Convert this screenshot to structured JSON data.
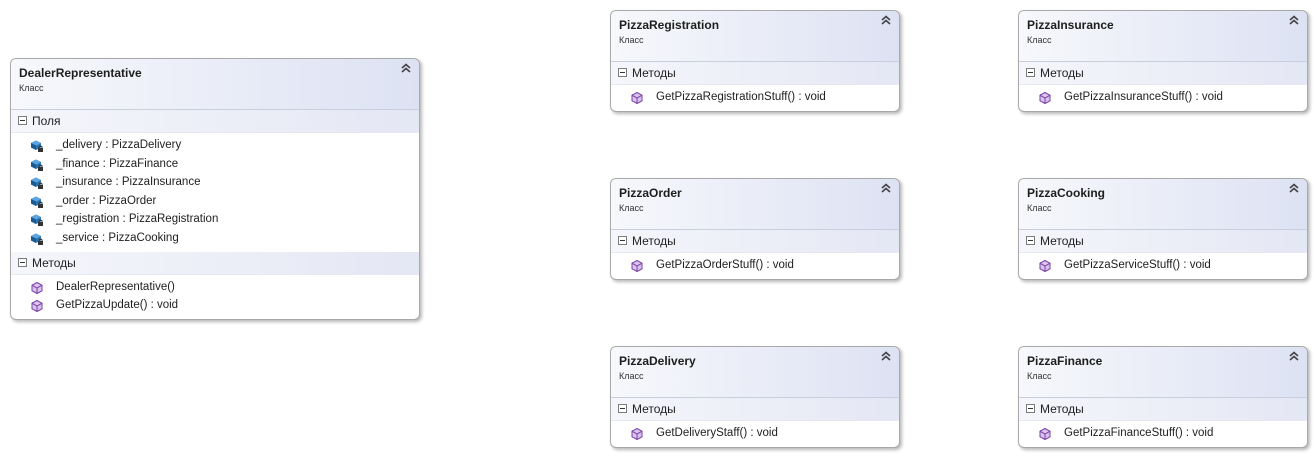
{
  "classes": [
    {
      "id": "dealer",
      "name": "DealerRepresentative",
      "stereotype": "Класс",
      "sections": [
        {
          "label": "Поля",
          "kind": "field",
          "members": [
            "_delivery : PizzaDelivery",
            "_finance : PizzaFinance",
            "_insurance : PizzaInsurance",
            "_order : PizzaOrder",
            "_registration : PizzaRegistration",
            "_service : PizzaCooking"
          ]
        },
        {
          "label": "Методы",
          "kind": "method",
          "members": [
            "DealerRepresentative()",
            "GetPizzaUpdate() : void"
          ]
        }
      ]
    },
    {
      "id": "registration",
      "name": "PizzaRegistration",
      "stereotype": "Класс",
      "sections": [
        {
          "label": "Методы",
          "kind": "method",
          "members": [
            "GetPizzaRegistrationStuff() : void"
          ]
        }
      ]
    },
    {
      "id": "insurance",
      "name": "PizzaInsurance",
      "stereotype": "Класс",
      "sections": [
        {
          "label": "Методы",
          "kind": "method",
          "members": [
            "GetPizzaInsuranceStuff() : void"
          ]
        }
      ]
    },
    {
      "id": "order",
      "name": "PizzaOrder",
      "stereotype": "Класс",
      "sections": [
        {
          "label": "Методы",
          "kind": "method",
          "members": [
            "GetPizzaOrderStuff() : void"
          ]
        }
      ]
    },
    {
      "id": "cooking",
      "name": "PizzaCooking",
      "stereotype": "Класс",
      "sections": [
        {
          "label": "Методы",
          "kind": "method",
          "members": [
            "GetPizzaServiceStuff() : void"
          ]
        }
      ]
    },
    {
      "id": "delivery",
      "name": "PizzaDelivery",
      "stereotype": "Класс",
      "sections": [
        {
          "label": "Методы",
          "kind": "method",
          "members": [
            "GetDeliveryStaff() : void"
          ]
        }
      ]
    },
    {
      "id": "finance",
      "name": "PizzaFinance",
      "stereotype": "Класс",
      "sections": [
        {
          "label": "Методы",
          "kind": "method",
          "members": [
            "GetPizzaFinanceStuff() : void"
          ]
        }
      ]
    }
  ],
  "icons": {
    "field": "field-icon",
    "method": "method-icon",
    "collapse": "chevron-up-double-icon",
    "section_toggle": "minus-box-icon"
  },
  "colors": {
    "header_gradient_start": "#f7f8fc",
    "header_gradient_end": "#dde2f3",
    "field_icon": "#2a77b8",
    "method_icon": "#7a3fa6",
    "border": "#a9a9a9"
  }
}
